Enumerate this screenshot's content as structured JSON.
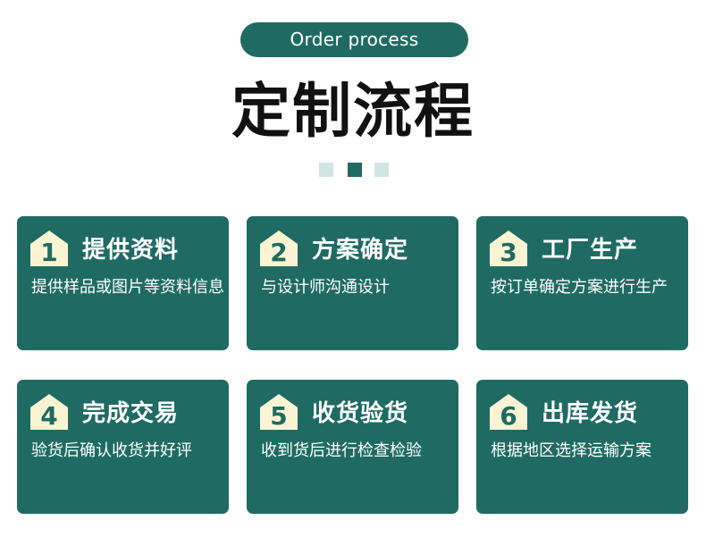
{
  "header": {
    "subtitle": "Order process",
    "title": "定制流程"
  },
  "colors": {
    "card_bg": "#1f6b63",
    "badge_bg": "#fbf4d2",
    "dot_light": "#d3e4e1",
    "dot_dark": "#1f6b63",
    "title_text": "#111111"
  },
  "steps": [
    {
      "number": "1",
      "title": "提供资料",
      "description": "提供样品或图片等资料信息"
    },
    {
      "number": "2",
      "title": "方案确定",
      "description": "与设计师沟通设计"
    },
    {
      "number": "3",
      "title": "工厂生产",
      "description": "按订单确定方案进行生产"
    },
    {
      "number": "4",
      "title": "完成交易",
      "description": "验货后确认收货并好评"
    },
    {
      "number": "5",
      "title": "收货验货",
      "description": "收到货后进行检查检验"
    },
    {
      "number": "6",
      "title": "出库发货",
      "description": "根据地区选择运输方案"
    }
  ]
}
